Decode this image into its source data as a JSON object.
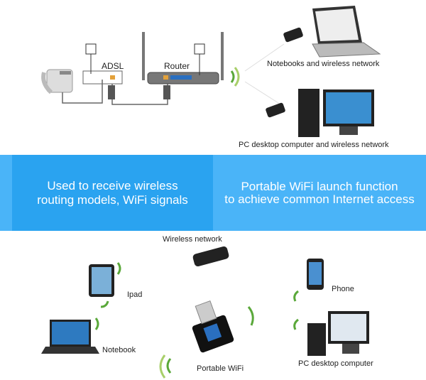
{
  "top_diagram": {
    "adsl_label": "ADSL",
    "router_label": "Router",
    "notebook_caption": "Notebooks and wireless network",
    "pc_caption": "PC desktop computer and wireless network"
  },
  "banner": {
    "left_line1": "Used to receive wireless",
    "left_line2": "routing models, WiFi signals",
    "right_line1": "Portable WiFi launch function",
    "right_line2": "to achieve common Internet access"
  },
  "bottom_diagram": {
    "wireless_network": "Wireless network",
    "ipad": "Ipad",
    "phone": "Phone",
    "notebook": "Notebook",
    "portable_wifi": "Portable WiFi",
    "pc_desktop": "PC desktop computer"
  },
  "colors": {
    "banner_dark": "#2aa3f0",
    "banner_light": "#4ab4f8",
    "signal_green": "#5aa83a"
  }
}
